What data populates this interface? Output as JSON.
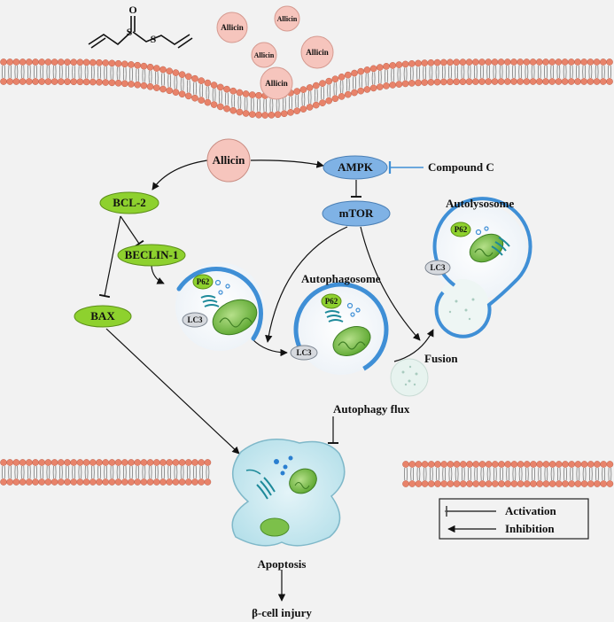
{
  "molecule": {
    "atom_s": "S",
    "atom_o": "O"
  },
  "allicin_particles": [
    "Allicin",
    "Allicin",
    "Allicin",
    "Allicin",
    "Allicin"
  ],
  "nodes": {
    "allicin": "Allicin",
    "ampk": "AMPK",
    "compound_c": "Compound C",
    "mtor": "mTOR",
    "bcl2": "BCL-2",
    "beclin1": "BECLIN-1",
    "bax": "BAX",
    "autolysosome": "Autolysosome",
    "autophagosome": "Autophagosome",
    "fusion": "Fusion",
    "autophagy_flux": "Autophagy flux",
    "apoptosis": "Apoptosis",
    "beta_cell_injury": "β-cell injury"
  },
  "markers": {
    "p62": "P62",
    "lc3": "LC3"
  },
  "legend": {
    "activation": "Activation",
    "inhibition": "Inhibition"
  },
  "colors": {
    "background": "#f2f2f2",
    "membrane_head": "#e8836a",
    "allicin_fill": "#f6c5bd",
    "ampk_fill": "#7fb2e5",
    "green_node": "#8ed12e",
    "vesicle_rim": "#3f8fd6",
    "mito_green": "#7cc04a",
    "cristae_teal": "#1e8a9a"
  }
}
